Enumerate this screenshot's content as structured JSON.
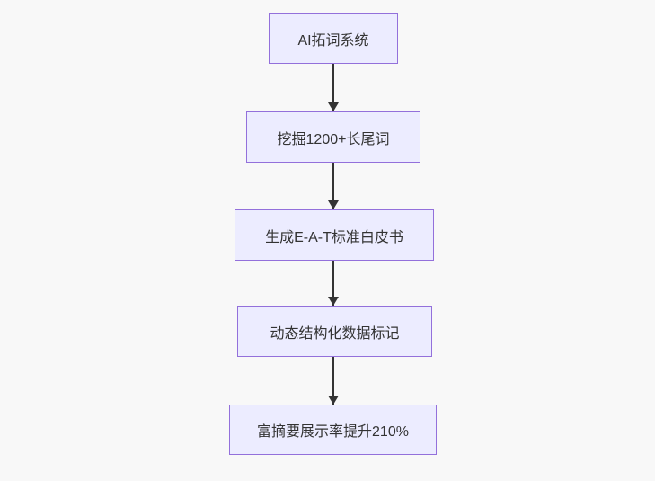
{
  "diagram": {
    "type": "flowchart-vertical",
    "background_color": "#f8f8f8",
    "node_fill_color": "#ECECFF",
    "node_border_color": "#9370DB",
    "edge_color": "#333333",
    "text_color": "#333333",
    "nodes": [
      {
        "id": "node-1",
        "label": "AI拓词系统"
      },
      {
        "id": "node-2",
        "label": "挖掘1200+长尾词"
      },
      {
        "id": "node-3",
        "label": "生成E-A-T标准白皮书"
      },
      {
        "id": "node-4",
        "label": "动态结构化数据标记"
      },
      {
        "id": "node-5",
        "label": "富摘要展示率提升210%"
      }
    ],
    "edges": [
      {
        "from": "node-1",
        "to": "node-2"
      },
      {
        "from": "node-2",
        "to": "node-3"
      },
      {
        "from": "node-3",
        "to": "node-4"
      },
      {
        "from": "node-4",
        "to": "node-5"
      }
    ]
  }
}
